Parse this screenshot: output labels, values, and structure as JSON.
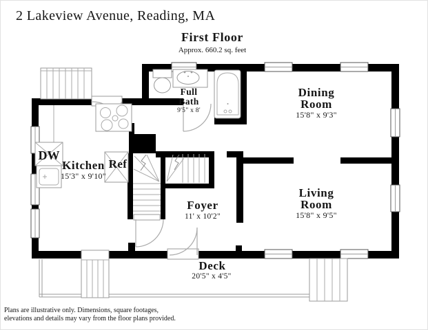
{
  "header": {
    "title": "2 Lakeview Avenue, Reading, MA",
    "floor_name": "First Floor",
    "floor_area": "Approx. 660.2 sq. feet"
  },
  "rooms": {
    "full_bath": {
      "line1": "Full",
      "line2": "Bath",
      "dims": "9'5\" x 8'"
    },
    "dining_room": {
      "line1": "Dining",
      "line2": "Room",
      "dims": "15'8\" x 9'3\""
    },
    "kitchen": {
      "name": "Kitchen",
      "dims": "15'3\" x 9'10\""
    },
    "foyer": {
      "name": "Foyer",
      "dims": "11' x 10'2\""
    },
    "living_room": {
      "line1": "Living",
      "line2": "Room",
      "dims": "15'8\" x 9'5\""
    },
    "deck": {
      "name": "Deck",
      "dims": "20'5\" x 4'5\""
    }
  },
  "fixtures": {
    "dishwasher_label": "DW",
    "refrigerator_label": "Ref"
  },
  "footer": {
    "disclaimer_line1": "Plans are illustrative only. Dimensions, square footages,",
    "disclaimer_line2": "elevations and details may vary from the floor plans provided."
  },
  "colors": {
    "wall": "#000000",
    "fixture_outline": "#999999",
    "background": "#ffffff"
  }
}
